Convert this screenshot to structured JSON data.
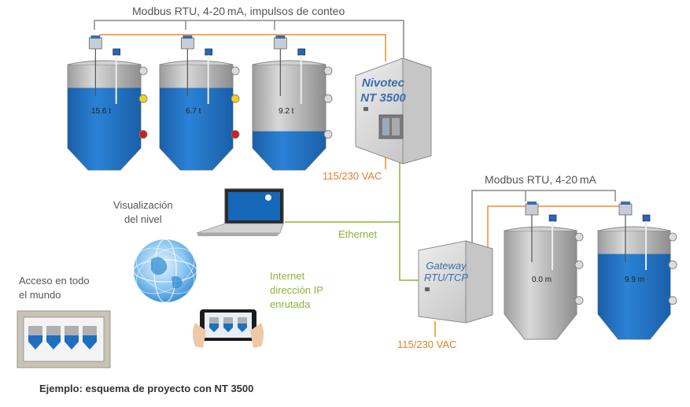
{
  "bus_top_label": "Modbus RTU, 4-20 mA, impulsos de conteo",
  "bus_right_label": "Modbus RTU, 4-20 mA",
  "controller": {
    "line1": "Nivotec",
    "line2": "NT 3500"
  },
  "gateway": {
    "line1": "Gateway",
    "line2": "RTU/TCP"
  },
  "power_controller": "115/230 VAC",
  "power_gateway": "115/230 VAC",
  "ethernet_label": "Ethernet",
  "visualization": {
    "line1": "Visualización",
    "line2": "del nivel"
  },
  "internet": {
    "line1": "Internet",
    "line2": "dirección IP",
    "line3": "enrutada"
  },
  "access": {
    "line1": "Acceso en todo",
    "line2": "el mundo"
  },
  "caption": "Ejemplo: esquema de proyecto con  NT 3500",
  "silos_top": [
    {
      "value": "15.6 t",
      "fill_fraction": 0.72
    },
    {
      "value": "6.7 t",
      "fill_fraction": 0.72
    },
    {
      "value": "9.2 t",
      "fill_fraction": 0.2
    }
  ],
  "silos_right": [
    {
      "value": "0.0 m",
      "fill_fraction": 0.0
    },
    {
      "value": "9.9 m",
      "fill_fraction": 0.72
    }
  ],
  "colors": {
    "orange": "#f08c30",
    "gray_line": "#8a8a8a",
    "green": "#8ab43c",
    "blue": "#1e6fc0",
    "silo": "#b8b8b8"
  }
}
